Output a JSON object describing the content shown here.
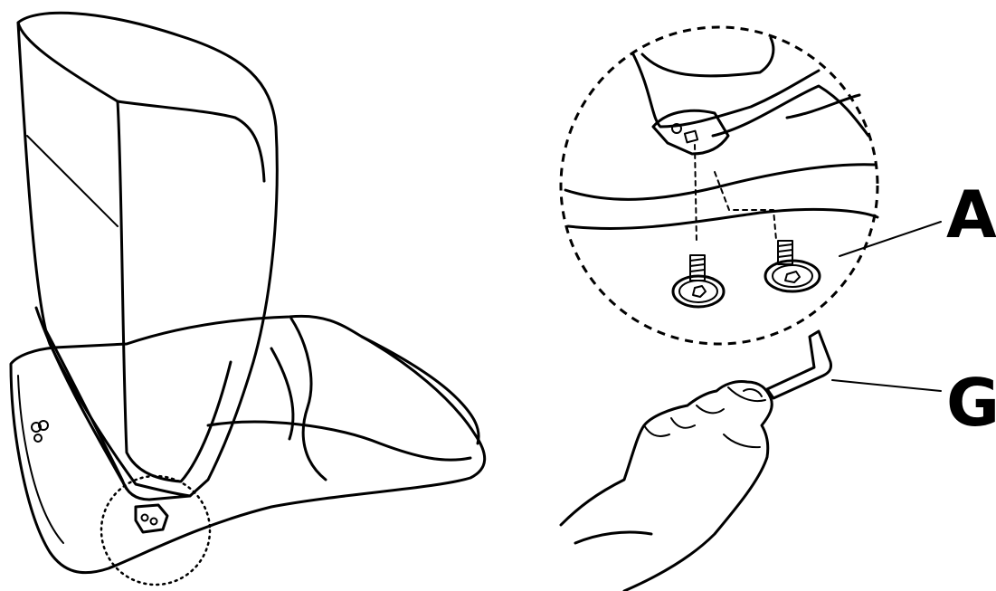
{
  "labels": {
    "a": "A",
    "g": "G"
  },
  "parts": {
    "seat": "office-chair-seat-and-backrest",
    "detail": "magnified-bracket-detail",
    "screws": "hex-socket-screws",
    "wrench": "allen-key",
    "hand": "hand-holding-allen-key"
  },
  "colors": {
    "line": "#000000",
    "background": "#ffffff"
  }
}
